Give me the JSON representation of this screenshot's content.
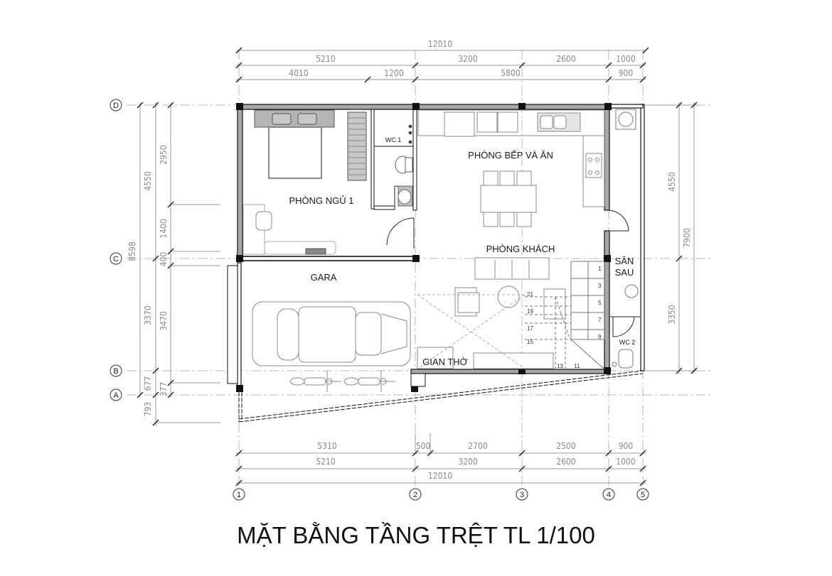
{
  "drawing": {
    "title": "MẶT BẰNG TẦNG TRỆT TL 1/100",
    "wall_color": "#111111",
    "wall_fill": "#9a9a9a",
    "dim_color": "#8a8a8a",
    "grid_line_color": "#b0b0b0"
  },
  "rooms": {
    "bedroom": "PHÒNG NGỦ 1",
    "wc1": "WC 1",
    "kitchen_dining": "PHÒNG BẾP VÀ ĂN",
    "living": "PHÒNG KHÁCH",
    "garage": "GARA",
    "altar": "GIAN THỜ",
    "backyard_line1": "SÂN",
    "backyard_line2": "SAU",
    "wc2": "WC 2"
  },
  "grid_axes": {
    "horizontal": [
      "D",
      "C",
      "B",
      "A"
    ],
    "vertical": [
      "1",
      "2",
      "3",
      "4",
      "5"
    ]
  },
  "dimensions": {
    "top": {
      "overall": "12010",
      "row1": [
        "5210",
        "3200",
        "2600",
        "1000"
      ],
      "row2": [
        "4010",
        "1200",
        "5800",
        "900"
      ]
    },
    "bottom": {
      "row1": [
        "5310",
        "500",
        "2700",
        "2500",
        "900"
      ],
      "row2": [
        "5210",
        "3200",
        "2600",
        "1000"
      ],
      "overall": "12010"
    },
    "left": {
      "outer": [
        "4550",
        "3370"
      ],
      "outer_total": "8598",
      "middle": [
        "400",
        "677",
        "793"
      ],
      "inner": [
        "2950",
        "1400",
        "3470",
        "377"
      ]
    },
    "right": {
      "inner": [
        "4550",
        "3350"
      ],
      "outer": "7900"
    }
  },
  "stairs": {
    "steps": [
      "1",
      "3",
      "5",
      "7",
      "9",
      "11",
      "13",
      "15",
      "17",
      "19",
      "21"
    ]
  }
}
